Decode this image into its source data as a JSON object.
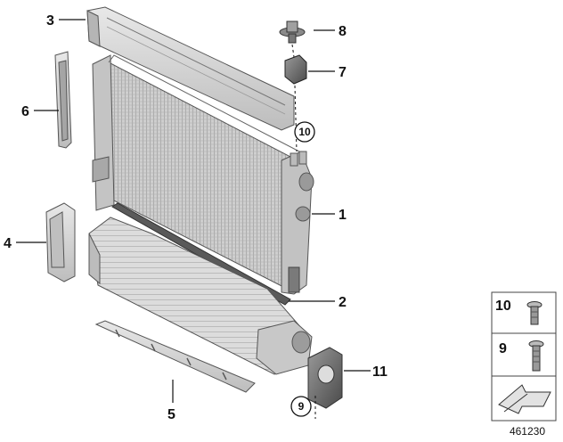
{
  "callouts": {
    "c1": "1",
    "c2": "2",
    "c3": "3",
    "c4": "4",
    "c5": "5",
    "c6": "6",
    "c7": "7",
    "c8": "8",
    "c9": "9",
    "c10": "10",
    "c11": "11"
  },
  "legend": {
    "item10": "10",
    "item9": "9"
  },
  "diagram_number": "461230",
  "colors": {
    "part_fill": "#d9d9d9",
    "part_dark": "#8c8c8c",
    "line": "#111111"
  }
}
